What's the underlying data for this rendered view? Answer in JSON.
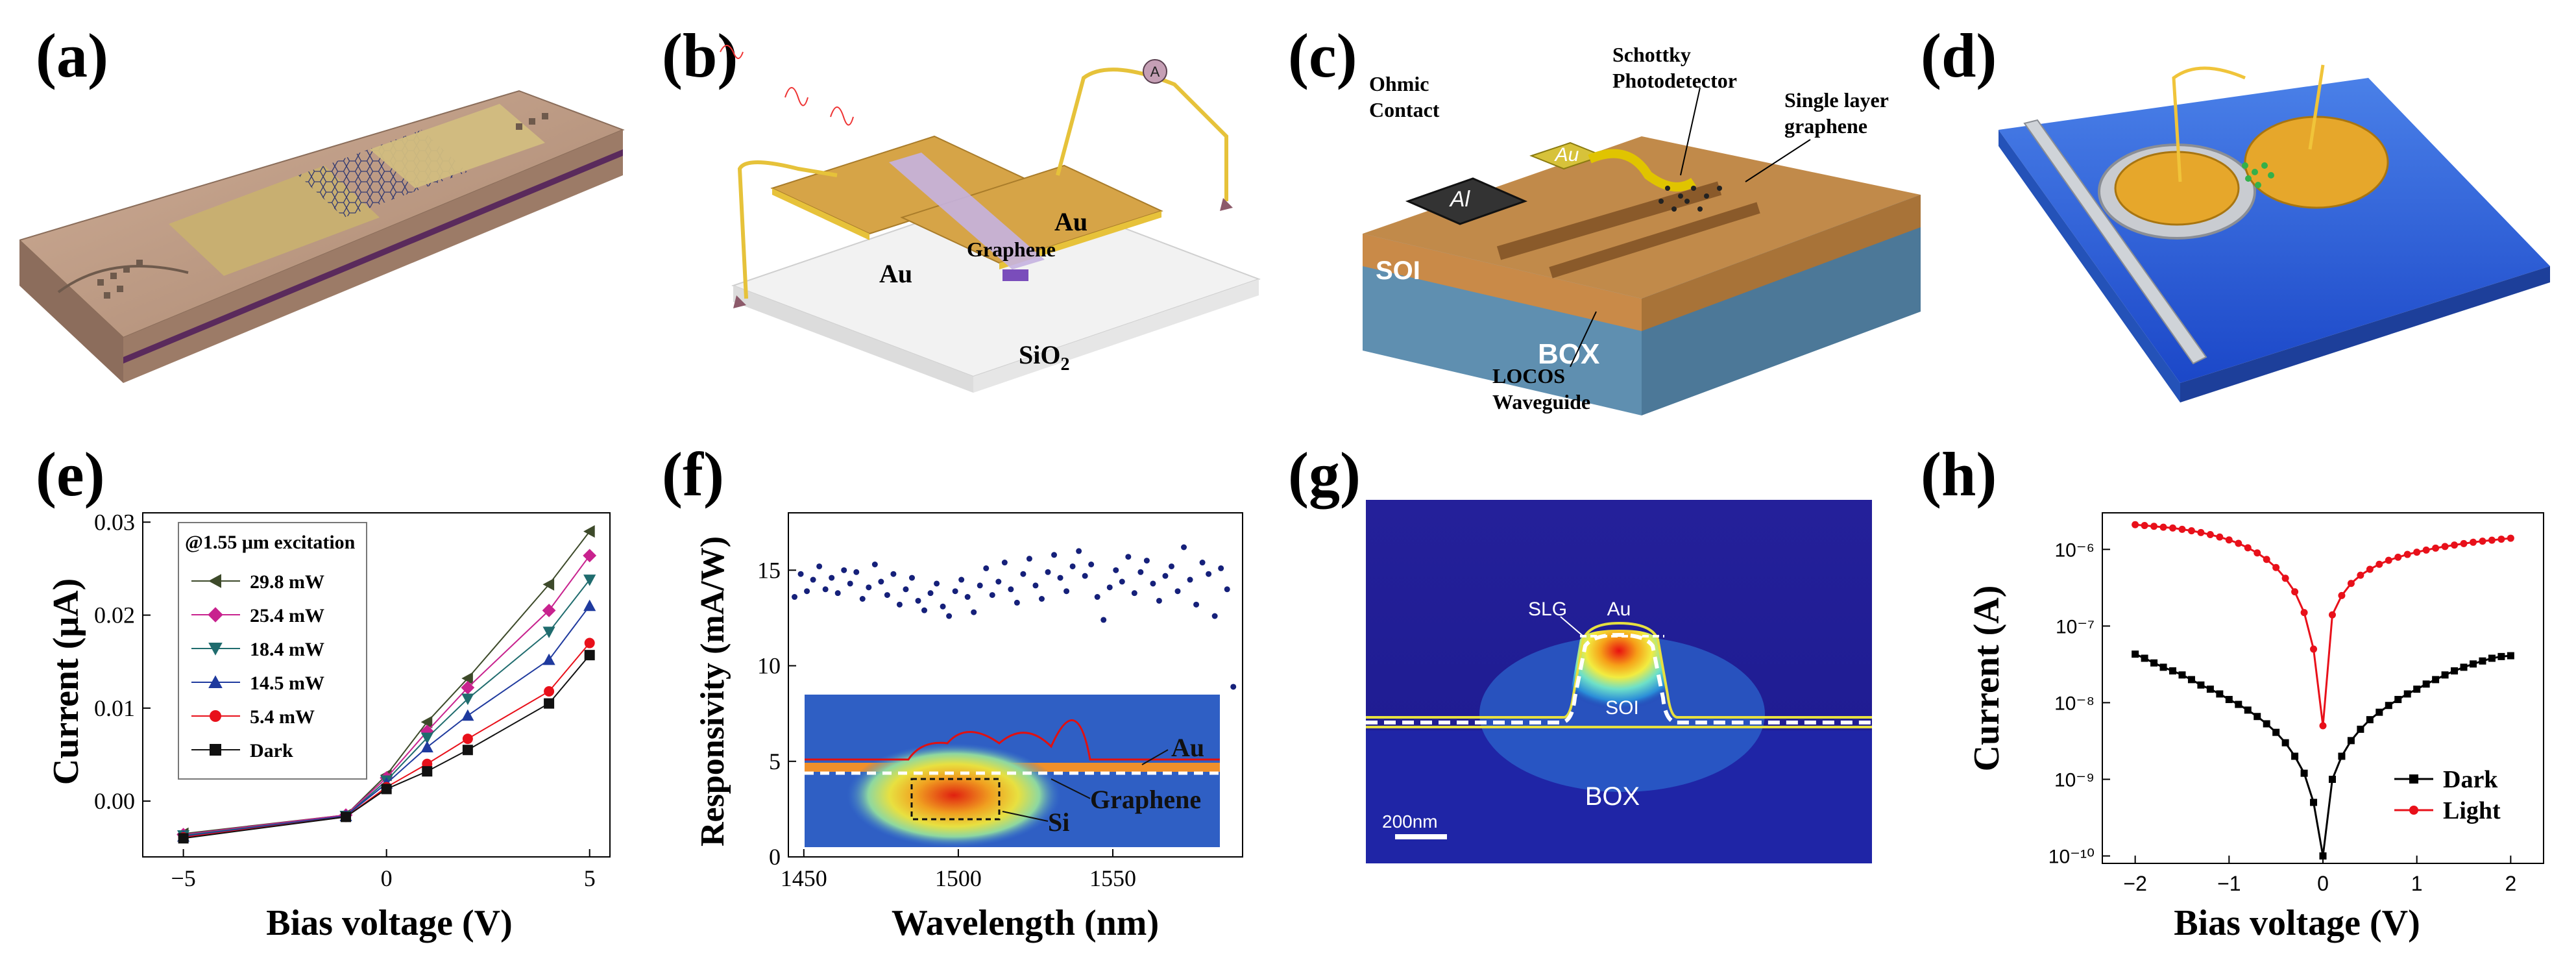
{
  "panel_labels": [
    "(a)",
    "(b)",
    "(c)",
    "(d)",
    "(e)",
    "(f)",
    "(g)",
    "(h)"
  ],
  "panel_b": {
    "au_left": "Au",
    "au_right": "Au",
    "graphene": "Graphene",
    "substrate": "SiO",
    "substrate_sub": "2",
    "ammeter": "A"
  },
  "panel_c": {
    "ohmic": [
      "Ohmic",
      "Contact"
    ],
    "schottky": [
      "Schottky",
      "Photodetector"
    ],
    "slg": [
      "Single layer",
      "graphene"
    ],
    "au": "Au",
    "al": "Al",
    "soi": "SOI",
    "box": "BOX",
    "locos": [
      "LOCOS",
      "Waveguide"
    ]
  },
  "panel_g": {
    "slg": "SLG",
    "au": "Au",
    "soi": "SOI",
    "box": "BOX",
    "scale": "200nm"
  },
  "panel_f_inset": {
    "au": "Au",
    "graphene": "Graphene",
    "si": "Si"
  },
  "colors": {
    "dark": "#000000",
    "light": "#e8101a",
    "e_29_8": "#3d4a2a",
    "e_25_4": "#c8228e",
    "e_18_4": "#1f6c6e",
    "e_14_5": "#1f3a9e",
    "e_5_4": "#e8101a",
    "e_dark": "#111111",
    "resp": "#15207a"
  },
  "chart_data": [
    {
      "panel": "(e)",
      "type": "line",
      "xlabel": "Bias voltage (V)",
      "ylabel": "Current (μA)",
      "xlim": [
        -6,
        5.5
      ],
      "ylim": [
        -0.006,
        0.031
      ],
      "xticks": [
        "−5",
        "0",
        "5"
      ],
      "yticks": [
        "0.00",
        "0.01",
        "0.02",
        "0.03"
      ],
      "legend_title": "@1.55 μm excitation",
      "legend_position": "top-left",
      "x": [
        -5,
        -1,
        0,
        1,
        2,
        4,
        5
      ],
      "series": [
        {
          "name": "29.8 mW",
          "marker": "triangle-left",
          "values": [
            -0.0035,
            -0.0015,
            0.0028,
            0.0085,
            0.0132,
            0.0233,
            0.029
          ]
        },
        {
          "name": "25.4 mW",
          "marker": "diamond",
          "values": [
            -0.0036,
            -0.0015,
            0.0025,
            0.0075,
            0.0122,
            0.0205,
            0.0264
          ]
        },
        {
          "name": "18.4 mW",
          "marker": "triangle-down",
          "values": [
            -0.0037,
            -0.0016,
            0.0022,
            0.0068,
            0.011,
            0.0182,
            0.0238
          ]
        },
        {
          "name": "14.5 mW",
          "marker": "triangle-up",
          "values": [
            -0.0038,
            -0.0016,
            0.0019,
            0.0058,
            0.0092,
            0.0152,
            0.021
          ]
        },
        {
          "name": "5.4 mW",
          "marker": "circle",
          "values": [
            -0.0039,
            -0.0017,
            0.0015,
            0.004,
            0.0067,
            0.0118,
            0.017
          ]
        },
        {
          "name": "Dark",
          "marker": "square",
          "values": [
            -0.004,
            -0.0017,
            0.0013,
            0.0032,
            0.0055,
            0.0105,
            0.0157
          ]
        }
      ]
    },
    {
      "panel": "(f)",
      "type": "scatter",
      "xlabel": "Wavelength (nm)",
      "ylabel": "Responsivity (mA/W)",
      "xlim": [
        1445,
        1592
      ],
      "ylim": [
        0,
        18
      ],
      "xticks": [
        "1450",
        "1500",
        "1550"
      ],
      "yticks": [
        "0",
        "5",
        "10",
        "15"
      ],
      "series": [
        {
          "name": "",
          "x": [
            1447,
            1449,
            1451,
            1453,
            1455,
            1457,
            1459,
            1461,
            1463,
            1465,
            1467,
            1469,
            1471,
            1473,
            1475,
            1477,
            1479,
            1481,
            1483,
            1485,
            1487,
            1489,
            1491,
            1493,
            1495,
            1497,
            1499,
            1501,
            1503,
            1505,
            1507,
            1509,
            1511,
            1513,
            1515,
            1517,
            1519,
            1521,
            1523,
            1525,
            1527,
            1529,
            1531,
            1533,
            1535,
            1537,
            1539,
            1541,
            1543,
            1545,
            1547,
            1549,
            1551,
            1553,
            1555,
            1557,
            1559,
            1561,
            1563,
            1565,
            1567,
            1569,
            1571,
            1573,
            1575,
            1577,
            1579,
            1581,
            1583,
            1585,
            1587,
            1589
          ],
          "values": [
            13.6,
            14.8,
            13.9,
            14.5,
            15.2,
            14.0,
            14.6,
            13.8,
            15.0,
            14.3,
            14.9,
            13.5,
            14.1,
            15.3,
            14.4,
            13.7,
            14.8,
            13.2,
            14.0,
            14.6,
            13.4,
            12.9,
            13.8,
            14.3,
            13.1,
            12.6,
            13.9,
            14.5,
            13.6,
            12.8,
            14.2,
            15.1,
            13.7,
            14.4,
            15.4,
            14.0,
            13.3,
            14.8,
            15.6,
            14.2,
            13.5,
            14.9,
            15.8,
            14.6,
            13.9,
            15.2,
            16.0,
            14.7,
            15.3,
            13.6,
            12.4,
            14.1,
            15.0,
            14.4,
            15.7,
            13.8,
            14.9,
            15.5,
            14.3,
            13.4,
            14.7,
            15.2,
            13.9,
            16.2,
            14.5,
            13.2,
            15.4,
            14.8,
            12.6,
            15.1,
            14.0,
            8.9
          ]
        }
      ],
      "inset": {
        "labels": [
          "Au",
          "Graphene",
          "Si"
        ]
      }
    },
    {
      "panel": "(h)",
      "type": "line",
      "xlabel": "Bias voltage (V)",
      "ylabel": "Current (A)",
      "yscale": "log",
      "xlim": [
        -2.35,
        2.35
      ],
      "ylim": [
        8e-11,
        3e-06
      ],
      "xticks": [
        "−2",
        "−1",
        "0",
        "1",
        "2"
      ],
      "yticks": [
        "10⁻¹⁰",
        "10⁻⁹",
        "10⁻⁸",
        "10⁻⁷",
        "10⁻⁶"
      ],
      "legend_position": "bottom-right",
      "x": [
        -2.0,
        -1.9,
        -1.8,
        -1.7,
        -1.6,
        -1.5,
        -1.4,
        -1.3,
        -1.2,
        -1.1,
        -1.0,
        -0.9,
        -0.8,
        -0.7,
        -0.6,
        -0.5,
        -0.4,
        -0.3,
        -0.2,
        -0.1,
        0.0,
        0.1,
        0.2,
        0.3,
        0.4,
        0.5,
        0.6,
        0.7,
        0.8,
        0.9,
        1.0,
        1.1,
        1.2,
        1.3,
        1.4,
        1.5,
        1.6,
        1.7,
        1.8,
        1.9,
        2.0
      ],
      "series": [
        {
          "name": "Dark",
          "values": [
            4.3e-08,
            3.8e-08,
            3.3e-08,
            2.9e-08,
            2.6e-08,
            2.3e-08,
            2e-08,
            1.7e-08,
            1.5e-08,
            1.3e-08,
            1.1e-08,
            9.5e-09,
            8e-09,
            6.6e-09,
            5.3e-09,
            4.1e-09,
            3e-09,
            2e-09,
            1.2e-09,
            5e-10,
            1e-10,
            1e-09,
            2e-09,
            3.2e-09,
            4.5e-09,
            6e-09,
            7.5e-09,
            9.2e-09,
            1.1e-08,
            1.3e-08,
            1.5e-08,
            1.75e-08,
            2e-08,
            2.3e-08,
            2.6e-08,
            2.9e-08,
            3.2e-08,
            3.5e-08,
            3.8e-08,
            4e-08,
            4.1e-08
          ]
        },
        {
          "name": "Light",
          "values": [
            2.1e-06,
            2.05e-06,
            2e-06,
            1.95e-06,
            1.9e-06,
            1.83e-06,
            1.75e-06,
            1.66e-06,
            1.56e-06,
            1.45e-06,
            1.33e-06,
            1.2e-06,
            1.05e-06,
            9e-07,
            7.4e-07,
            5.8e-07,
            4.2e-07,
            2.8e-07,
            1.5e-07,
            5e-08,
            5e-09,
            1.4e-07,
            2.5e-07,
            3.6e-07,
            4.6e-07,
            5.5e-07,
            6.4e-07,
            7.2e-07,
            7.9e-07,
            8.6e-07,
            9.2e-07,
            9.8e-07,
            1.04e-06,
            1.09e-06,
            1.14e-06,
            1.19e-06,
            1.24e-06,
            1.28e-06,
            1.32e-06,
            1.36e-06,
            1.4e-06
          ]
        }
      ]
    }
  ]
}
